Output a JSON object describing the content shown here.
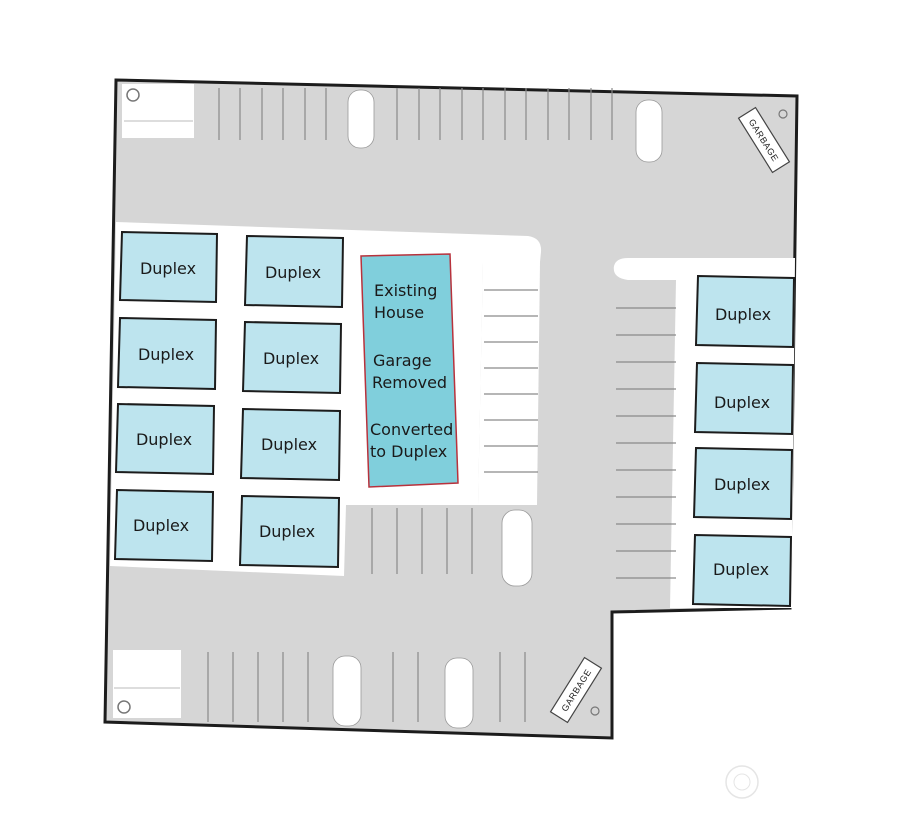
{
  "colors": {
    "lot": "#d6d6d6",
    "island": "#ffffff",
    "duplex": "#bde4ee",
    "existing_house": "#80cfdc",
    "existing_outline": "#b8323c",
    "boundary": "#1c1c1c",
    "stripe": "#8a8a8a"
  },
  "units": {
    "duplex_label": "Duplex"
  },
  "existing_house": {
    "line1": "Existing",
    "line2": "House",
    "line3": "Garage",
    "line4": "Removed",
    "line5": "Converted",
    "line6": "to Duplex"
  },
  "garbage": {
    "top_right": "GARBAGE",
    "bottom": "GARBAGE"
  }
}
